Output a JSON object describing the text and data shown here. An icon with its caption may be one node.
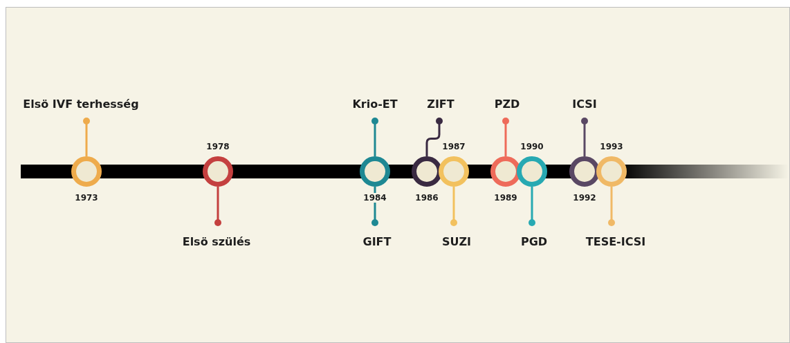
{
  "diagram": {
    "nodes": [
      {
        "text": [],
        "shape": "circle",
        "beside": [
          "1973"
        ]
      },
      {
        "text": [],
        "shape": "circle",
        "beside": [
          "1978"
        ]
      },
      {
        "text": [],
        "shape": "circle",
        "beside": [
          "1984"
        ]
      },
      {
        "text": [],
        "shape": "circle",
        "beside": [
          "1986"
        ]
      },
      {
        "text": [],
        "shape": "circle",
        "beside": [
          "1987"
        ]
      },
      {
        "text": [],
        "shape": "circle",
        "beside": [
          "1989"
        ]
      },
      {
        "text": [],
        "shape": "circle",
        "beside": [
          "1990"
        ]
      },
      {
        "text": [],
        "shape": "circle",
        "beside": [
          "1992"
        ]
      },
      {
        "text": [],
        "shape": "circle",
        "beside": [
          "1993"
        ]
      },
      {
        "text": [
          "Elsö IVF terhesség"
        ]
      },
      {
        "text": [
          "Elsö szülés"
        ]
      },
      {
        "text": [
          "Krio-ET"
        ]
      },
      {
        "text": [
          "GIFT"
        ]
      },
      {
        "text": [
          "ZIFT"
        ]
      },
      {
        "text": [
          "SUZI"
        ]
      },
      {
        "text": [
          "PZD"
        ]
      },
      {
        "text": [
          "PGD"
        ]
      },
      {
        "text": [
          "ICSI"
        ]
      },
      {
        "text": [
          "TESE-ICSI"
        ]
      },
      {
        "text": [],
        "shape": "bar"
      }
    ],
    "edges": [
      {
        "from": 0,
        "to": 9,
        "arrow": "other",
        "color": "#eeab4c"
      },
      {
        "from": 1,
        "to": 10,
        "arrow": "other",
        "color": "#c4403f"
      },
      {
        "from": 2,
        "to": 11,
        "arrow": "other",
        "color": "#1e8893"
      },
      {
        "from": 2,
        "to": 12,
        "arrow": "other",
        "color": "#1e8893"
      },
      {
        "from": 3,
        "to": 13,
        "arrow": "other",
        "color": "#3a2a42"
      },
      {
        "from": 4,
        "to": 14,
        "arrow": "other",
        "color": "#f2c15e"
      },
      {
        "from": 5,
        "to": 15,
        "arrow": "other",
        "color": "#ee6b5a"
      },
      {
        "from": 6,
        "to": 16,
        "arrow": "other",
        "color": "#27a9b2"
      },
      {
        "from": 7,
        "to": 17,
        "arrow": "other",
        "color": "#5a4864"
      },
      {
        "from": 8,
        "to": 18,
        "arrow": "other",
        "color": "#f0b966"
      }
    ]
  }
}
